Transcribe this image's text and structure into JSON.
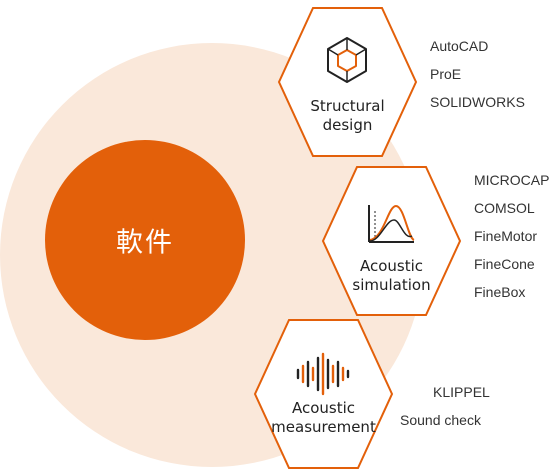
{
  "center": {
    "label": "軟件",
    "circle_color": "#e3600a",
    "ring_color": "#f9e6d7"
  },
  "categories": [
    {
      "title_line1": "Structural",
      "title_line2": "design",
      "icon": "cube-icon",
      "software": [
        "AutoCAD",
        "ProE",
        "SOLIDWORKS"
      ]
    },
    {
      "title_line1": "Acoustic",
      "title_line2": "simulation",
      "icon": "curve-chart-icon",
      "software": [
        "MICROCAP",
        "COMSOL",
        "FineMotor",
        "FineCone",
        "FineBox"
      ]
    },
    {
      "title_line1": "Acoustic",
      "title_line2": "measurement",
      "icon": "sound-wave-icon",
      "software": [
        "KLIPPEL",
        "Sound check"
      ]
    }
  ],
  "accent_color": "#e3600a"
}
